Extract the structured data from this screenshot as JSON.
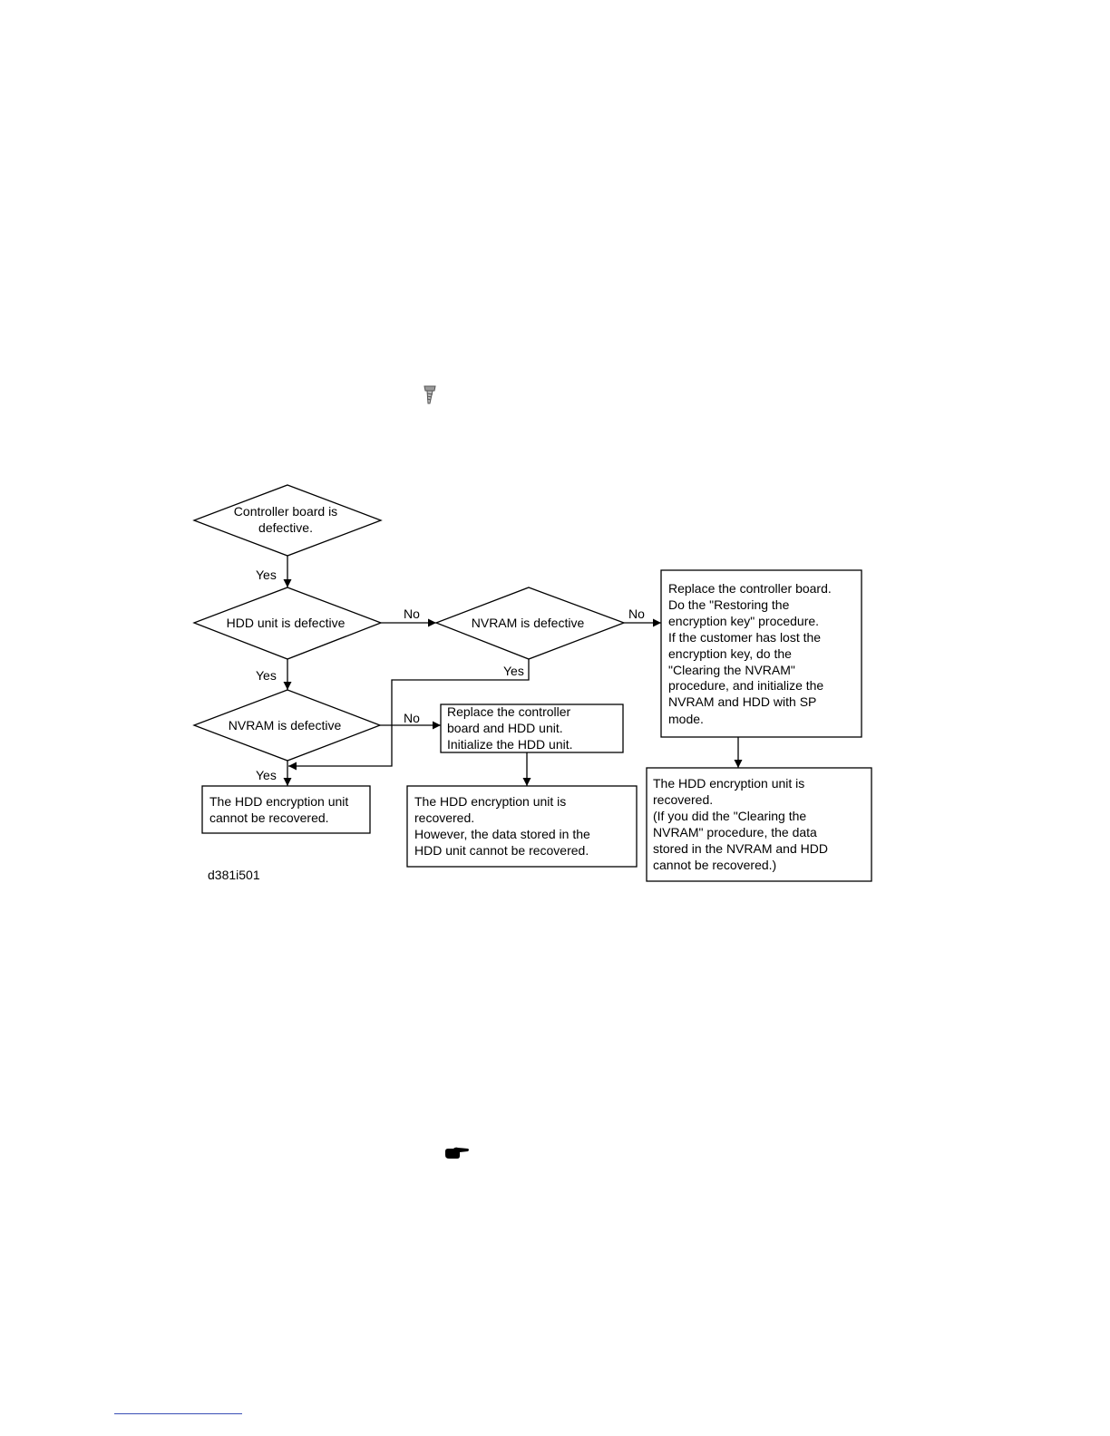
{
  "icons": {
    "top": "screw-icon",
    "bottom": "pointing-hand-icon"
  },
  "diagram": {
    "nodes": {
      "d1": [
        "Controller board is",
        "defective."
      ],
      "d2": [
        "HDD unit is defective"
      ],
      "d3": [
        "NVRAM is defective"
      ],
      "d4": [
        "NVRAM is defective"
      ],
      "b1": [
        "Replace the controller board.",
        "Do the \"Restoring the",
        "encryption key\" procedure.",
        "If the customer has lost the",
        "encryption key, do the",
        "\"Clearing the NVRAM\"",
        "procedure, and initialize the",
        "NVRAM and HDD with SP",
        "mode."
      ],
      "b2": [
        "Replace the controller",
        "board and HDD unit.",
        "Initialize the HDD unit."
      ],
      "b3": [
        "The HDD encryption unit",
        "cannot be recovered."
      ],
      "b4": [
        "The HDD encryption unit is",
        "recovered.",
        "However, the data stored in the",
        "HDD unit cannot be recovered."
      ],
      "b5": [
        "The HDD encryption unit is",
        "recovered.",
        "(If you did the \"Clearing the",
        "NVRAM\" procedure, the data",
        "stored in the NVRAM and HDD",
        "cannot be recovered.)"
      ]
    },
    "edge_labels": {
      "d1_d2": "Yes",
      "d2_d3": "No",
      "d3_b1": "No",
      "d2_d4": "Yes",
      "d3_b3": "Yes",
      "d4_b2": "No",
      "d4_b3": "Yes"
    },
    "figure_id": "d381i501"
  },
  "footer": {
    "link": ""
  }
}
